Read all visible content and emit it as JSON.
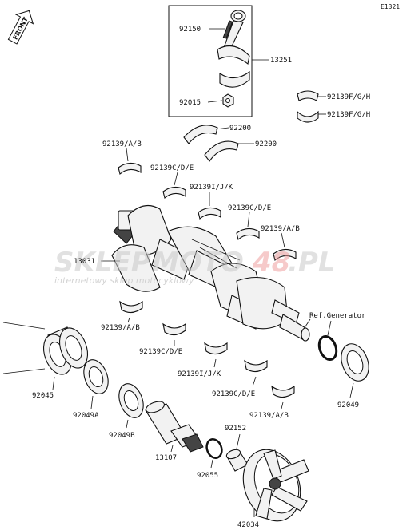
{
  "diagram_code": "E1321",
  "front_label": "FRONT",
  "watermark": {
    "main_left": "SKLEP",
    "main_mid": "MOTO",
    "main_num": "48",
    "main_right": ".PL",
    "sub": "internetowy sklep motocyklowy"
  },
  "callouts": [
    {
      "id": "92150",
      "text": "92150"
    },
    {
      "id": "13251",
      "text": "13251"
    },
    {
      "id": "92015",
      "text": "92015"
    },
    {
      "id": "92139fgh-a",
      "text": "92139F/G/H"
    },
    {
      "id": "92139fgh-b",
      "text": "92139F/G/H"
    },
    {
      "id": "92200-a",
      "text": "92200"
    },
    {
      "id": "92200-b",
      "text": "92200"
    },
    {
      "id": "92139ab-1",
      "text": "92139/A/B"
    },
    {
      "id": "92139cde-1",
      "text": "92139C/D/E"
    },
    {
      "id": "92139ijk-1",
      "text": "92139I/J/K"
    },
    {
      "id": "92139cde-2",
      "text": "92139C/D/E"
    },
    {
      "id": "92139ab-2",
      "text": "92139/A/B"
    },
    {
      "id": "13031",
      "text": "13031"
    },
    {
      "id": "ref-generator",
      "text": "Ref.Generator"
    },
    {
      "id": "92139ab-3",
      "text": "92139/A/B"
    },
    {
      "id": "92139cde-3",
      "text": "92139C/D/E"
    },
    {
      "id": "92139ijk-2",
      "text": "92139I/J/K"
    },
    {
      "id": "92139cde-4",
      "text": "92139C/D/E"
    },
    {
      "id": "92045",
      "text": "92045"
    },
    {
      "id": "92049a",
      "text": "92049A"
    },
    {
      "id": "92049b",
      "text": "92049B"
    },
    {
      "id": "92139ab-4",
      "text": "92139/A/B"
    },
    {
      "id": "92049",
      "text": "92049"
    },
    {
      "id": "92152",
      "text": "92152"
    },
    {
      "id": "13107",
      "text": "13107"
    },
    {
      "id": "92055",
      "text": "92055"
    },
    {
      "id": "42034",
      "text": "42034"
    }
  ]
}
